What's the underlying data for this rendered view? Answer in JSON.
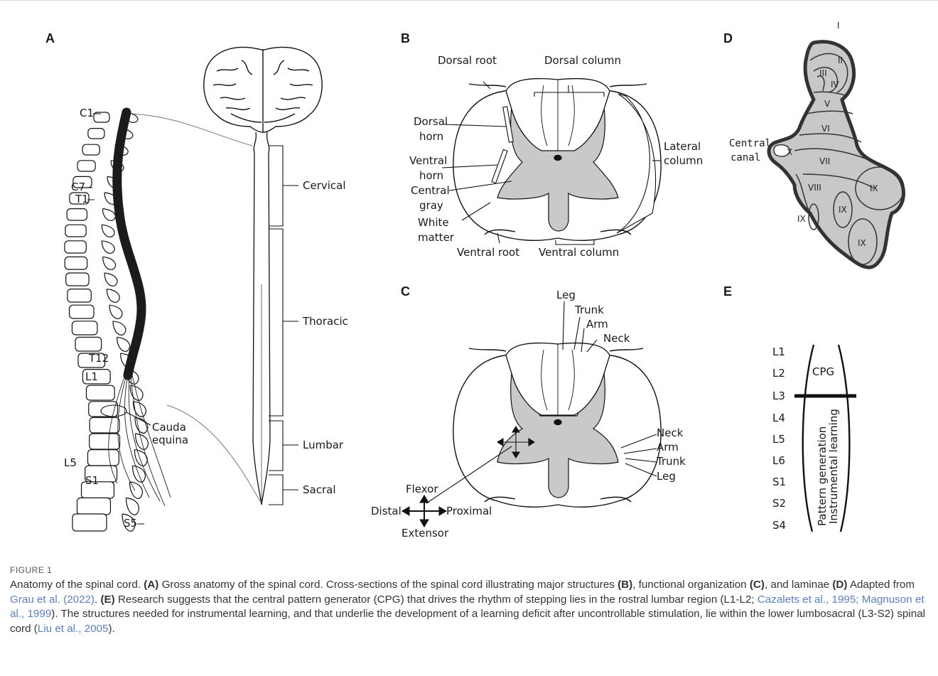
{
  "figure": {
    "panels": {
      "A": "A",
      "B": "B",
      "C": "C",
      "D": "D",
      "E": "E"
    },
    "panel_a": {
      "vertebra_labels": [
        "C1",
        "C7",
        "T1",
        "T12",
        "L1",
        "L5",
        "S1",
        "S5"
      ],
      "cauda_equina": [
        "Cauda",
        "equina"
      ],
      "regions": [
        "Cervical",
        "Thoracic",
        "Lumbar",
        "Sacral"
      ]
    },
    "panel_b": {
      "dorsal_root": "Dorsal root",
      "dorsal_column": "Dorsal column",
      "dorsal_horn": [
        "Dorsal",
        "horn"
      ],
      "ventral_horn": [
        "Ventral",
        "horn"
      ],
      "central_gray": [
        "Central",
        "gray"
      ],
      "white_matter": [
        "White",
        "matter"
      ],
      "lateral_column": [
        "Lateral",
        "column"
      ],
      "ventral_root": "Ventral root",
      "ventral_column": "Ventral column"
    },
    "panel_c": {
      "top_labels": [
        "Leg",
        "Trunk",
        "Arm",
        "Neck"
      ],
      "side_labels": [
        "Neck",
        "Arm",
        "Trunk",
        "Leg"
      ],
      "directions": {
        "up": "Flexor",
        "down": "Extensor",
        "left": "Distal",
        "right": "Proximal"
      }
    },
    "panel_d": {
      "central_canal": [
        "Central",
        "canal"
      ],
      "laminae": [
        "I",
        "II",
        "III",
        "IV",
        "V",
        "VI",
        "VII",
        "VIII",
        "IX",
        "IX",
        "IX",
        "IX",
        "X"
      ]
    },
    "panel_e": {
      "segments": [
        "L1",
        "L2",
        "L3",
        "L4",
        "L5",
        "L6",
        "S1",
        "S2",
        "S4"
      ],
      "cpg": "CPG",
      "vertical_text": [
        "Pattern generation",
        "Instrumental learning"
      ]
    }
  },
  "caption": {
    "label": "FIGURE 1",
    "t1": "Anatomy of the spinal cord. ",
    "b_a": "(A)",
    "t2": " Gross anatomy of the spinal cord. Cross-sections of the spinal cord illustrating major structures ",
    "b_b": "(B)",
    "t3": ", functional organization ",
    "b_c": "(C)",
    "t4": ", and laminae ",
    "b_d": "(D)",
    "t5": " Adapted from ",
    "link1": "Grau et al. (2022)",
    "t6": ". ",
    "b_e": "(E)",
    "t7": " Research suggests that the central pattern generator (CPG) that drives the rhythm of stepping lies in the rostral lumbar region (L1-L2; ",
    "link2": "Cazalets et al., 1995; Magnuson et al., 1999",
    "t8": "). The structures needed for instrumental learning, and that underlie the development of a learning deficit after uncontrollable stimulation, lie within the lower lumbosacral (L3-S2) spinal cord (",
    "link3": "Liu et al., 2005",
    "t9": ")."
  }
}
